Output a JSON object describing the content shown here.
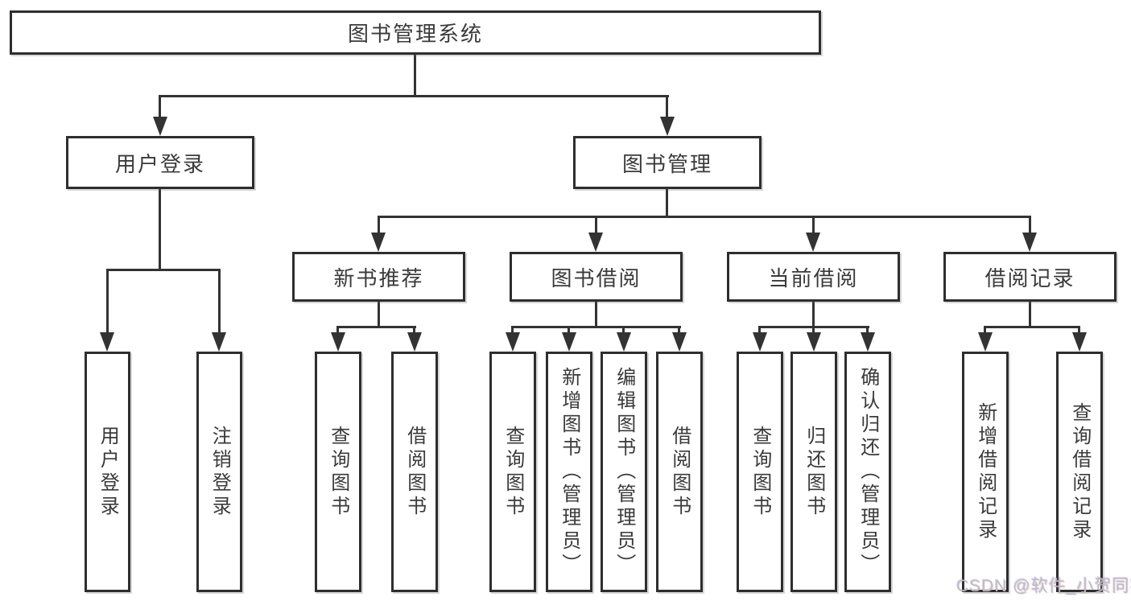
{
  "nodes": {
    "root": "图书管理系统",
    "level2": [
      "用户登录",
      "图书管理"
    ],
    "level3": [
      "新书推荐",
      "图书借阅",
      "当前借阅",
      "借阅记录"
    ],
    "leaves_login": [
      "用户登录",
      "注销登录"
    ],
    "leaves_recommend": [
      "查询图书",
      "借阅图书"
    ],
    "leaves_borrow": [
      "查询图书",
      "新增图书（管理员）",
      "编辑图书（管理员）",
      "借阅图书"
    ],
    "leaves_current": [
      "查询图书",
      "归还图书",
      "确认归还（管理员）"
    ],
    "leaves_records": [
      "新增借阅记录",
      "查询借阅记录"
    ]
  },
  "watermark": "CSDN @软件_小贺同学",
  "colors": {
    "line": "#333333",
    "border": "#2e2e2e",
    "text": "#3a3a3a",
    "background": "#ffffff",
    "watermark": "#bdbdc1"
  }
}
